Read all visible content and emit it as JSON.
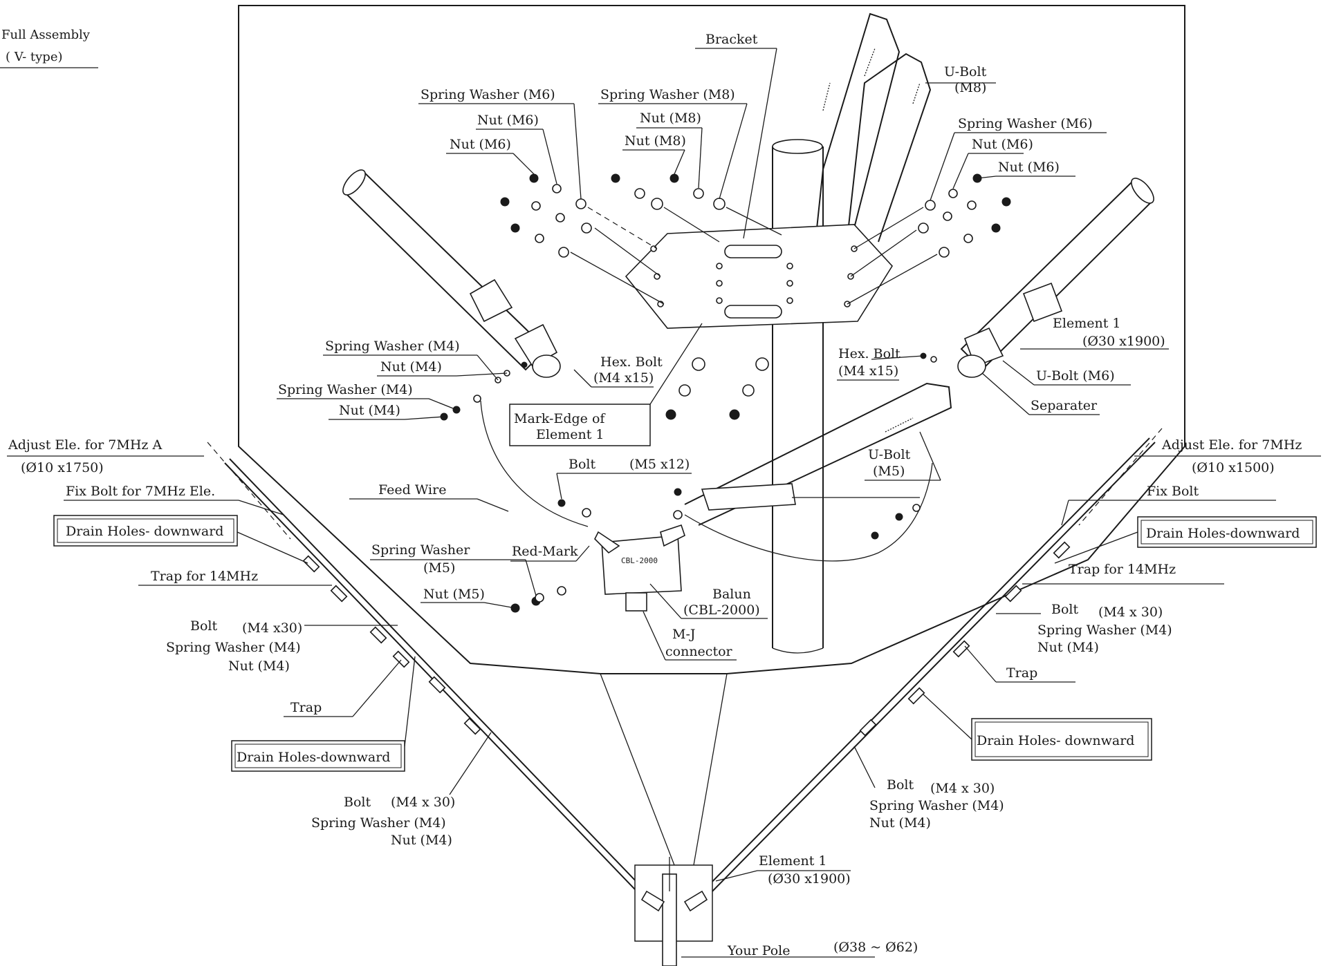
{
  "title": {
    "line1": "Full Assembly",
    "line2": "( V- type)"
  },
  "labels": {
    "bracket": "Bracket",
    "ubolt_m8_a": "U-Bolt",
    "ubolt_m8_b": "(M8)",
    "spring_washer_m6_left": "Spring Washer (M6)",
    "nut_m6_left_1": "Nut (M6)",
    "nut_m6_left_2": "Nut (M6)",
    "spring_washer_m8": "Spring Washer (M8)",
    "nut_m8_1": "Nut (M8)",
    "nut_m8_2": "Nut (M8)",
    "spring_washer_m6_right": "Spring Washer (M6)",
    "nut_m6_right_1": "Nut (M6)",
    "nut_m6_right_2": "Nut (M6)",
    "element1_top_a": "Element 1",
    "element1_top_b": "(Ø30 x1900)",
    "ubolt_m6": "U-Bolt (M6)",
    "separater": "Separater",
    "hexbolt_right_a": "Hex. Bolt",
    "hexbolt_right_b": "(M4 x15)",
    "spring_washer_m4_1": "Spring Washer (M4)",
    "nut_m4_1": "Nut (M4)",
    "hexbolt_left_a": "Hex. Bolt",
    "hexbolt_left_b": "(M4 x15)",
    "spring_washer_m4_2": "Spring Washer (M4)",
    "nut_m4_2": "Nut (M4)",
    "mark_edge_a": "Mark-Edge of",
    "mark_edge_b": "Element 1",
    "ubolt_m5_a": "U-Bolt",
    "ubolt_m5_b": "(M5)",
    "bolt_m5": "Bolt",
    "bolt_m5_size": "(M5 x12)",
    "feed_wire": "Feed Wire",
    "spring_washer_m5_a": "Spring Washer",
    "spring_washer_m5_b": "(M5)",
    "red_mark": "Red-Mark",
    "nut_m5": "Nut (M5)",
    "balun_a": "Balun",
    "balun_b": "(CBL-2000)",
    "balun_body": "CBL-2000",
    "mj_a": "M-J",
    "mj_b": "connector",
    "adjust_left_a": "Adjust Ele. for 7MHz A",
    "adjust_left_b": "(Ø10 x1750)",
    "fix_bolt_left": "Fix Bolt for 7MHz Ele.",
    "drain_left_1": "Drain Holes- downward",
    "trap14_left": "Trap for 14MHz",
    "bolt_left_1": "Bolt",
    "bolt_left_1_size": "(M4 x30)",
    "sw_left_1": "Spring Washer (M4)",
    "nut_left_1": "Nut (M4)",
    "trap_left": "Trap",
    "drain_left_2": "Drain Holes-downward",
    "bolt_left_2": "Bolt",
    "bolt_left_2_size": "(M4 x 30)",
    "sw_left_2": "Spring Washer (M4)",
    "nut_left_2": "Nut (M4)",
    "adjust_right_a": "Adjust Ele. for 7MHz",
    "adjust_right_b": "(Ø10 x1500)",
    "fix_bolt_right": "Fix Bolt",
    "drain_right_1": "Drain Holes-downward",
    "trap14_right": "Trap for 14MHz",
    "bolt_right_1": "Bolt",
    "bolt_right_1_size": "(M4 x 30)",
    "sw_right_1": "Spring Washer (M4)",
    "nut_right_1": "Nut (M4)",
    "trap_right": "Trap",
    "drain_right_2": "Drain Holes- downward",
    "bolt_right_2": "Bolt",
    "bolt_right_2_size": "(M4 x 30)",
    "sw_right_2": "Spring Washer (M4)",
    "nut_right_2": "Nut (M4)",
    "element1_bottom_a": "Element 1",
    "element1_bottom_b": "(Ø30 x1900)",
    "your_pole": "Your Pole",
    "your_pole_size": "(Ø38 ~ Ø62)"
  }
}
